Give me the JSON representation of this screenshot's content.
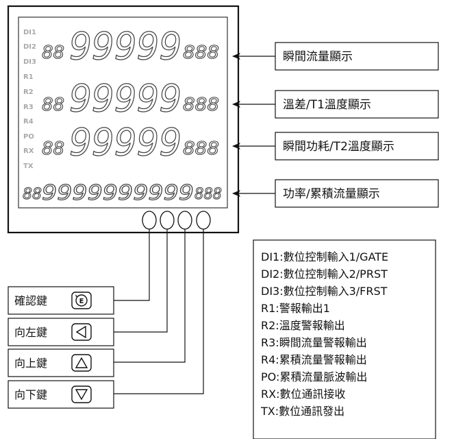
{
  "lcd": {
    "labels": [
      "DI1",
      "DI2",
      "DI3",
      "R1",
      "R2",
      "R3",
      "R4",
      "PO",
      "RX",
      "TX"
    ],
    "rows": [
      {
        "left": "88",
        "main": "99999",
        "right": "888"
      },
      {
        "left": "88",
        "main": "99999",
        "right": "888"
      },
      {
        "left": "88",
        "main": "99999",
        "right": "888"
      },
      {
        "left": "88",
        "main": "9999999999",
        "right": "888"
      }
    ]
  },
  "callouts": [
    "瞬間流量顯示",
    "溫差/T1溫度顯示",
    "瞬間功耗/T2溫度顯示",
    "功率/累積流量顯示"
  ],
  "keys": [
    {
      "label": "確認鍵",
      "icon": "enter-icon",
      "glyph": "E"
    },
    {
      "label": "向左鍵",
      "icon": "left-arrow-icon"
    },
    {
      "label": "向上鍵",
      "icon": "up-arrow-icon"
    },
    {
      "label": "向下鍵",
      "icon": "down-arrow-icon"
    }
  ],
  "legend": [
    "DI1:數位控制輸入1/GATE",
    "DI2:數位控制輸入2/PRST",
    "DI3:數位控制輸入3/FRST",
    "R1:警報輸出1",
    "R2:溫度警報輸出",
    "R3:瞬間流量警報輸出",
    "R4:累積流量警報輸出",
    "PO:累積流量脈波輸出",
    "RX:數位通訊接收",
    "TX:數位通訊發出"
  ]
}
